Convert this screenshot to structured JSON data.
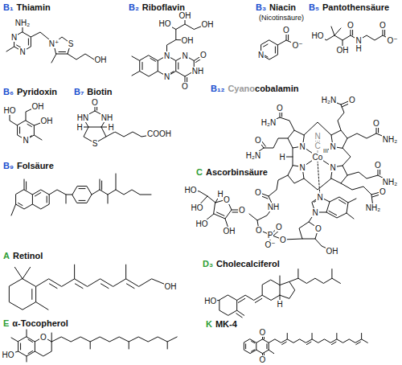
{
  "diagram": {
    "labels": [
      "B₁",
      "Thiamin",
      "B₂",
      "Riboflavin",
      "B₃",
      "Niacin",
      "(Nicotinsäure)",
      "B₅",
      "Pantothensäure",
      "B₆",
      "Pyridoxin",
      "B₇",
      "Biotin",
      "B₁₂",
      "Cyano",
      "cobalamin",
      "B₉",
      "Folsäure",
      "C",
      "Ascorbinsäure",
      "A",
      "Retinol",
      "D₃",
      "Cholecalciferol",
      "E",
      "α-Tocopherol",
      "K",
      "MK-4",
      "NH₂",
      "N",
      "N",
      "N⁺",
      "S",
      "OH",
      "OH",
      "HO",
      "OH",
      "OH",
      "N",
      "N",
      "N",
      "NH",
      "O",
      "O",
      "O",
      "O⁻",
      "N",
      "HO",
      "OH",
      "O",
      "N",
      "H",
      "O",
      "O⁻",
      "OH",
      "OH",
      "HO",
      "N",
      "O",
      "HN",
      "NH",
      "H",
      "H",
      "S",
      "COOH",
      "O",
      "H₂N",
      "O",
      "H₂N",
      "H₂N",
      "O",
      "O",
      "NH₂",
      "O",
      "NH₂",
      "O",
      "NH₂",
      "N",
      "C",
      "N",
      "N",
      "N",
      "N",
      "Co",
      "III",
      "H",
      "N",
      "N",
      "O",
      "NH",
      "O",
      "P",
      "O",
      "O⁻",
      "O",
      "O",
      "OH",
      "HO",
      "HO",
      "H",
      "O",
      "O",
      "HO",
      "OH",
      "OH",
      "HO",
      "H",
      "HO",
      "O",
      "O",
      "O"
    ]
  }
}
